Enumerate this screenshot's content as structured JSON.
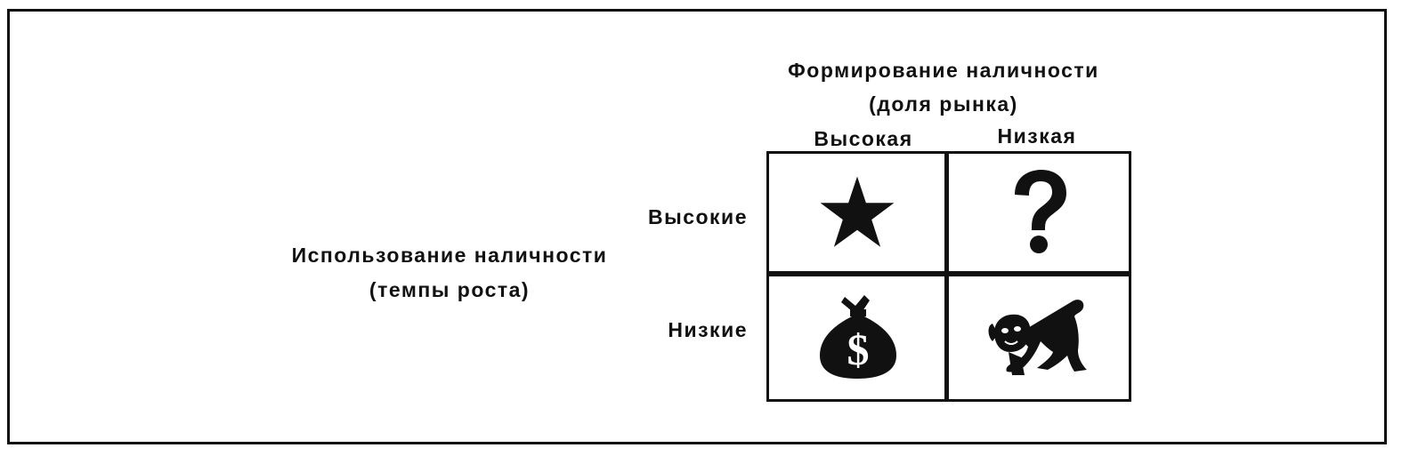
{
  "column_axis": {
    "title_line1": "Формирование наличности",
    "title_line2": "(доля рынка)",
    "high_label": "Высокая",
    "low_label": "Низкая"
  },
  "row_axis": {
    "title_line1": "Использование наличности",
    "title_line2": "(темпы роста)",
    "high_label": "Высокие",
    "low_label": "Низкие"
  },
  "cells": [
    {
      "row": "high",
      "col": "high",
      "icon": "star-icon"
    },
    {
      "row": "high",
      "col": "low",
      "icon": "question-mark-icon"
    },
    {
      "row": "low",
      "col": "high",
      "icon": "money-bag-icon"
    },
    {
      "row": "low",
      "col": "low",
      "icon": "dog-icon"
    }
  ],
  "colors": {
    "ink": "#111111",
    "background": "#ffffff"
  }
}
